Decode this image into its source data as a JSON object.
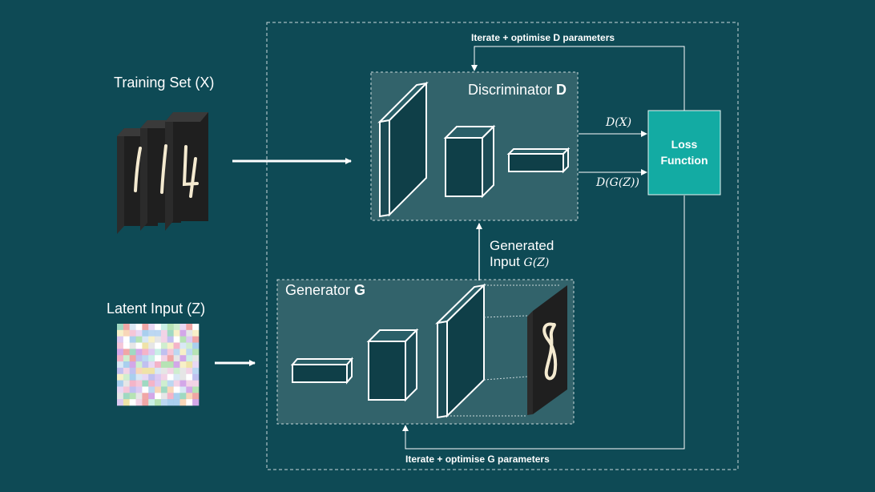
{
  "training_set": {
    "label": "Training Set (X)",
    "digits": [
      "1",
      "1",
      "4"
    ]
  },
  "latent_input": {
    "label": "Latent Input (Z)"
  },
  "discriminator": {
    "label_prefix": "Discriminator ",
    "label_symbol": "D"
  },
  "generator": {
    "label_prefix": "Generator ",
    "label_symbol": "G",
    "output_digit": "8"
  },
  "generated_input": {
    "line1": "Generated",
    "line2_prefix": "Input ",
    "line2_math": "G(Z)"
  },
  "outputs": {
    "dx": "D(X)",
    "dgz": "D(G(Z))"
  },
  "loss_function": {
    "line1": "Loss",
    "line2": "Function"
  },
  "feedback": {
    "discriminator": "Iterate + optimise D parameters",
    "generator": "Iterate + optimise G parameters"
  },
  "colors": {
    "background": "#0e4a55",
    "module_fill": "#32636b",
    "loss_fill": "#13aba3",
    "stroke": "#ffffff",
    "digit_card": "#1f1f1f",
    "digit_ink": "#f4ead0"
  }
}
